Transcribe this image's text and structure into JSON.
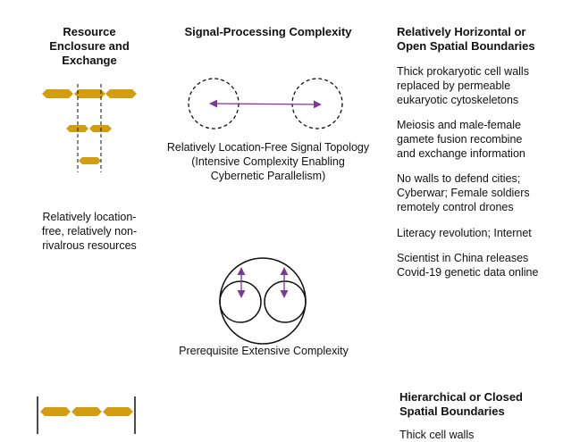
{
  "columns": {
    "resource": {
      "heading_lines": [
        "Resource",
        "Enclosure and",
        "Exchange"
      ],
      "caption_lines": [
        "Relatively location-",
        "free, relatively non-",
        "rivalrous resources"
      ]
    },
    "signal": {
      "heading": "Signal-Processing Complexity",
      "topology_lines": [
        "Relatively Location-Free Signal Topology",
        "(Intensive Complexity Enabling",
        "Cybernetic Parallelism)"
      ],
      "prerequisite": "Prerequisite Extensive Complexity"
    },
    "boundaries": {
      "open_heading_lines": [
        "Relatively Horizontal or",
        "Open Spatial Boundaries"
      ],
      "examples": [
        [
          "Thick prokaryotic cell walls",
          "replaced by permeable",
          "eukaryotic cytoskeletons"
        ],
        [
          "Meiosis and male-female",
          "gamete fusion recombine",
          "and exchange information"
        ],
        [
          "No walls to defend cities;",
          "Cyberwar; Female soldiers",
          "remotely control drones"
        ],
        [
          "Literacy revolution; Internet"
        ],
        [
          "Scientist in China releases",
          "Covid-19 genetic data online"
        ]
      ],
      "closed_heading_lines": [
        "Hierarchical or Closed",
        "Spatial Boundaries"
      ],
      "partial_text": "Thick cell walls"
    }
  },
  "colors": {
    "resource_token": "#d29d10",
    "signal_arrow": "#7b3a96",
    "stroke": "#111111"
  }
}
